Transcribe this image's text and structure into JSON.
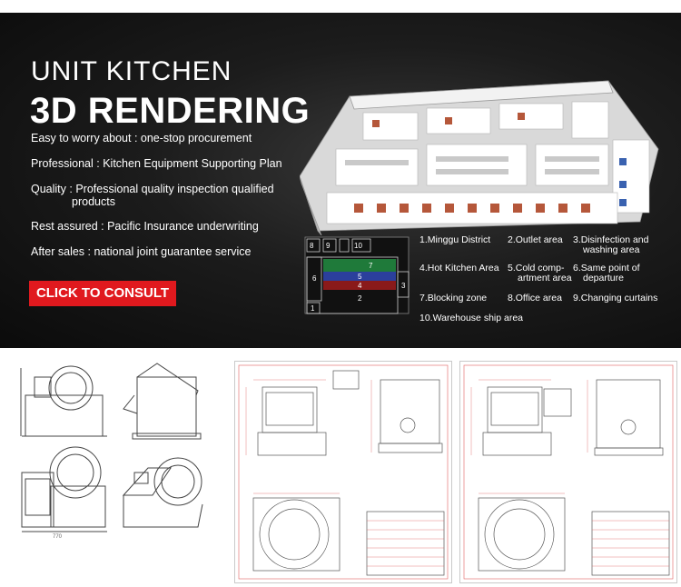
{
  "hero": {
    "title_line1": "UNIT KITCHEN",
    "title_line2": "3D RENDERING",
    "features": [
      {
        "label": "Easy to worry about :",
        "text": " one-stop procurement"
      },
      {
        "label": "Professional :",
        "text": " Kitchen Equipment Supporting Plan"
      },
      {
        "label": "Quality :",
        "text": " Professional quality inspection qualified",
        "text2": "products"
      },
      {
        "label": "Rest assured :",
        "text": " Pacific Insurance underwriting"
      },
      {
        "label": "After sales :",
        "text": " national joint guarantee service"
      }
    ],
    "cta_label": "CLICK TO CONSULT"
  },
  "floorplan": {
    "zone_numbers": [
      "1",
      "2",
      "3",
      "4",
      "5",
      "6",
      "7",
      "8",
      "9",
      "10"
    ]
  },
  "legend": [
    {
      "line1": "1.Minggu District",
      "line2": ""
    },
    {
      "line1": "2.Outlet area",
      "line2": ""
    },
    {
      "line1": "3.Disinfection and",
      "line2": "washing area"
    },
    {
      "line1": "4.Hot Kitchen Area",
      "line2": ""
    },
    {
      "line1": "5.Cold comp-",
      "line2": "artment area"
    },
    {
      "line1": "6.Same point of",
      "line2": "departure"
    },
    {
      "line1": "7.Blocking zone",
      "line2": ""
    },
    {
      "line1": "8.Office area",
      "line2": ""
    },
    {
      "line1": "9.Changing curtains",
      "line2": ""
    },
    {
      "line1": "10.Warehouse ship area",
      "line2": ""
    }
  ],
  "colors": {
    "cta_red": "#e0191e",
    "zone_green": "#1f7a3a",
    "zone_blue": "#2b3f9c",
    "zone_red": "#8a1a1a"
  }
}
